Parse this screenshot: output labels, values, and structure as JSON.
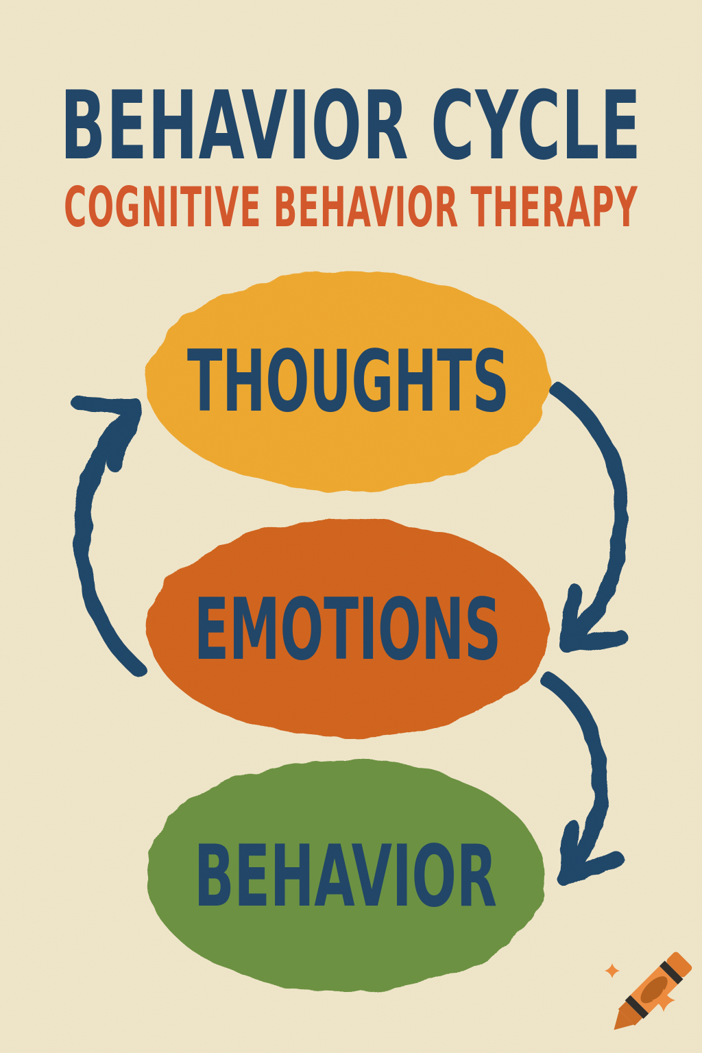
{
  "poster": {
    "title": "BEHAVIOR CYCLE",
    "subtitle": "COGNITIVE BEHAVIOR THERAPY",
    "style": "hand-drawn crayon on cream paper",
    "colors": {
      "background": "#f0e7cb",
      "title": "#1e4467",
      "subtitle": "#d4562a",
      "arrow": "#1e4467",
      "node_label": "#1e4467"
    }
  },
  "cycle": {
    "nodes": [
      {
        "id": "thoughts",
        "label": "THOUGHTS",
        "fill": "#efa82e"
      },
      {
        "id": "emotions",
        "label": "EMOTIONS",
        "fill": "#d2641f"
      },
      {
        "id": "behavior",
        "label": "BEHAVIOR",
        "fill": "#6b9140"
      }
    ],
    "arrows": [
      {
        "name": "thoughts-to-emotions",
        "from": "THOUGHTS",
        "to": "EMOTIONS",
        "side": "right",
        "direction": "down"
      },
      {
        "name": "emotions-to-behavior",
        "from": "EMOTIONS",
        "to": "BEHAVIOR",
        "side": "right",
        "direction": "down"
      },
      {
        "name": "behavior-to-thoughts",
        "from": "BEHAVIOR",
        "to": "THOUGHTS",
        "side": "left",
        "direction": "up"
      }
    ]
  },
  "watermark": {
    "icon": "crayon-icon",
    "colors": {
      "body": "#ef8d40",
      "dark": "#cd6c24",
      "oval": "#b55f1c",
      "stripe": "#2e2b28",
      "end": "#e07a2c",
      "sparkle": "#ef8a3c"
    }
  }
}
